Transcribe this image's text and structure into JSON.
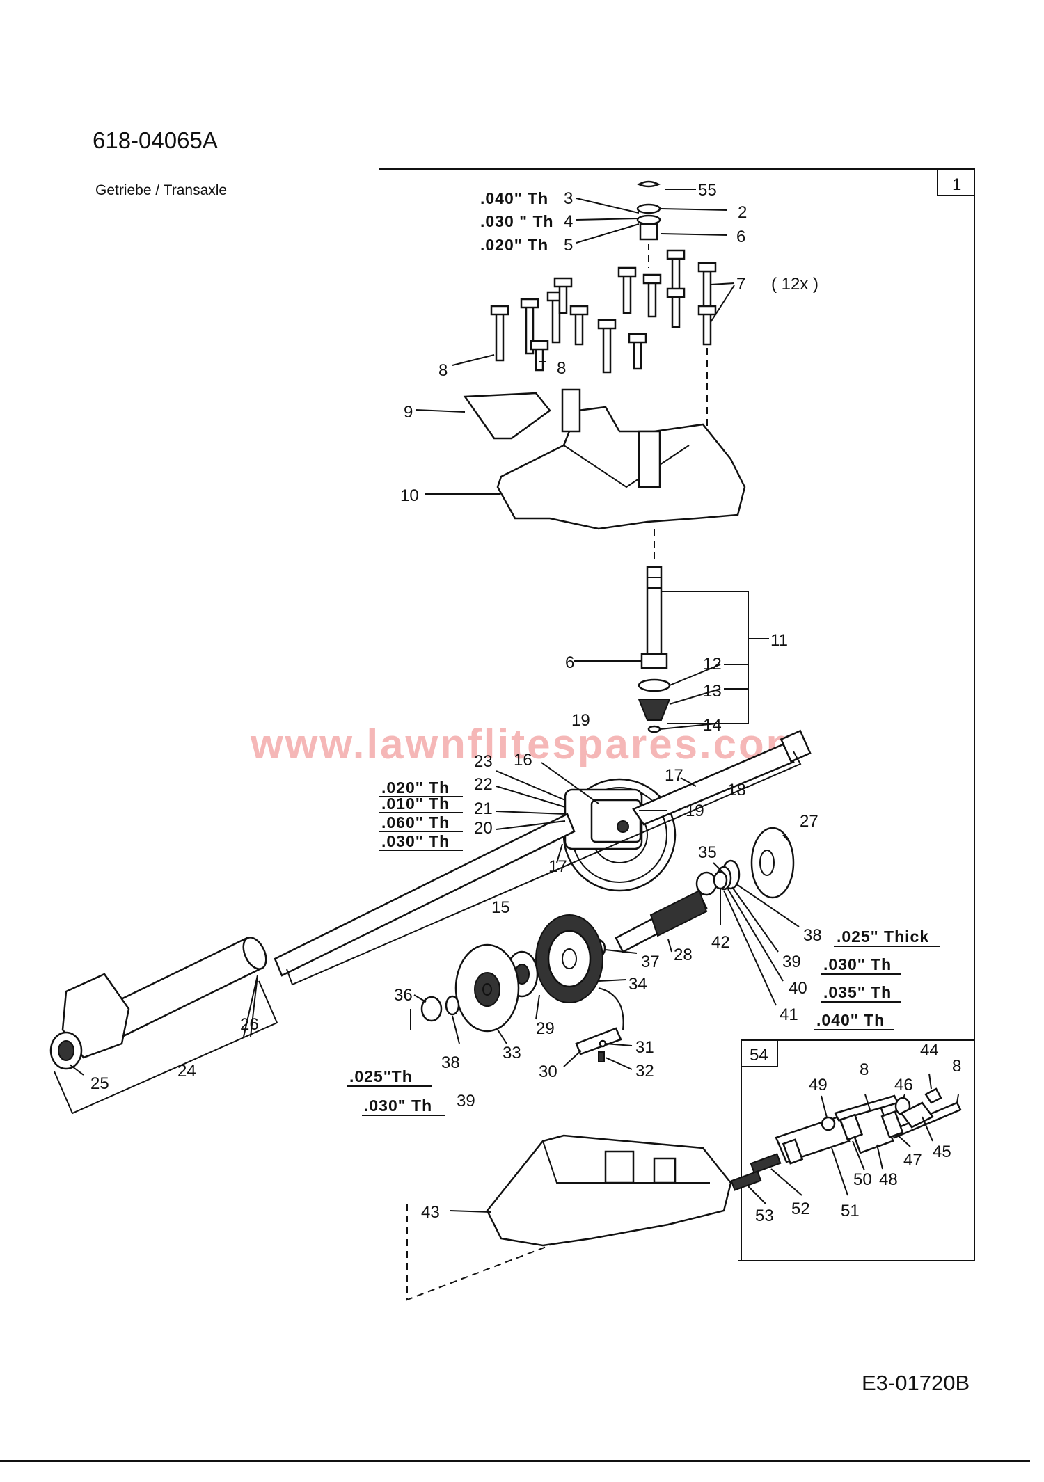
{
  "header": {
    "part_number": "618-04065A",
    "subtitle": "Getriebe / Transaxle"
  },
  "footer": {
    "code": "E3-01720B"
  },
  "watermark": "www.lawnflitespares.com",
  "frames": {
    "main_box_label": "1",
    "inset_box_label": "54"
  },
  "quantity_note": "( 12x )",
  "callouts": {
    "c2": "2",
    "c3": "3",
    "c4": "4",
    "c5": "5",
    "c6a": "6",
    "c6b": "6",
    "c7": "7",
    "c8a": "8",
    "c8b": "8",
    "c8c": "8",
    "c8d": "8",
    "c9": "9",
    "c10": "10",
    "c11": "11",
    "c12": "12",
    "c13": "13",
    "c14": "14",
    "c15": "15",
    "c16": "16",
    "c17a": "17",
    "c17b": "17",
    "c18": "18",
    "c19a": "19",
    "c19b": "19",
    "c20": "20",
    "c21": "21",
    "c22": "22",
    "c23": "23",
    "c24": "24",
    "c25": "25",
    "c26": "26",
    "c27": "27",
    "c28": "28",
    "c29": "29",
    "c30": "30",
    "c31": "31",
    "c32": "32",
    "c33": "33",
    "c34": "34",
    "c35": "35",
    "c36": "36",
    "c37": "37",
    "c38a": "38",
    "c38b": "38",
    "c39a": "39",
    "c39b": "39",
    "c40": "40",
    "c41": "41",
    "c42": "42",
    "c43": "43",
    "c44": "44",
    "c45": "45",
    "c46": "46",
    "c47": "47",
    "c48": "48",
    "c49": "49",
    "c50": "50",
    "c51": "51",
    "c52": "52",
    "c53": "53",
    "c55": "55"
  },
  "thickness": {
    "t040_top": ".040\" Th",
    "t030_top": ".030 \" Th",
    "t020_top": ".020\" Th",
    "t020_diff": ".020\" Th",
    "t010_diff": ".010\" Th",
    "t060_diff": ".060\" Th",
    "t030_diff": ".030\" Th",
    "t025_thick": ".025\" Thick",
    "t030_right": ".030\" Th",
    "t035_right": ".035\" Th",
    "t040_right": ".040\" Th",
    "t025_left": ".025\"Th",
    "t030_left": ".030\" Th"
  }
}
